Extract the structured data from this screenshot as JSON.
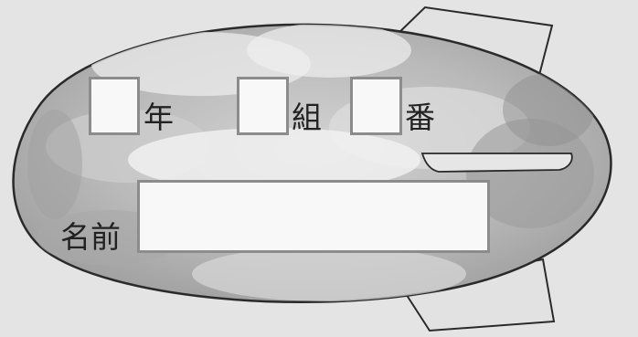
{
  "form": {
    "year_label": "年",
    "class_label": "組",
    "number_label": "番",
    "name_label": "名前",
    "year_value": "",
    "class_value": "",
    "number_value": "",
    "name_value": ""
  },
  "colors": {
    "paper": "#e4e4e4",
    "blimp_body": "#b5b5b5",
    "outline": "#2a2a2a",
    "box_border": "#8c8c8c",
    "box_fill": "#f8f8f8"
  }
}
